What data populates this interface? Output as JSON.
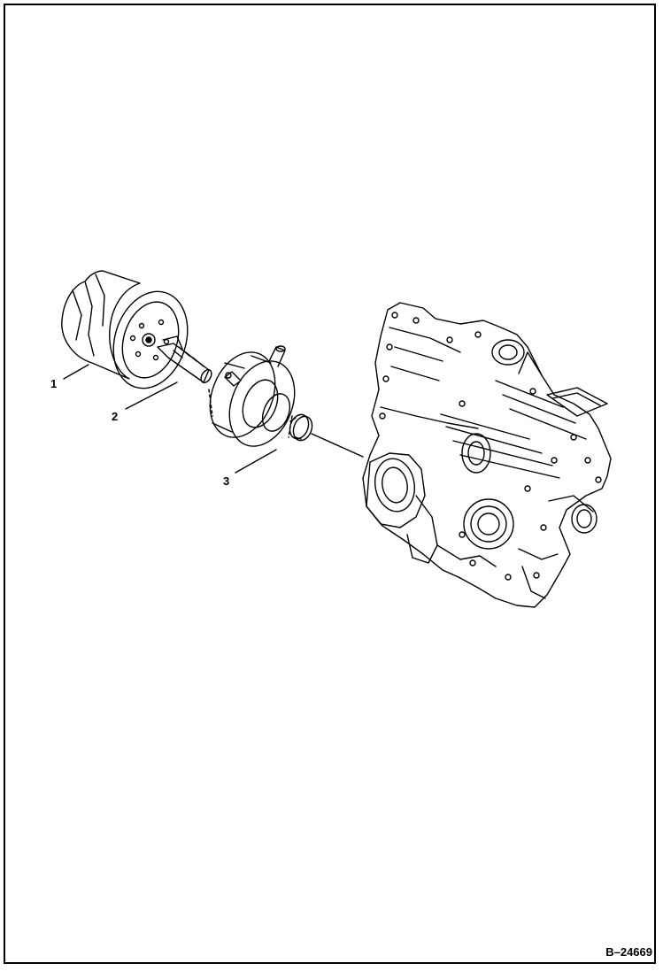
{
  "diagram": {
    "callouts": [
      {
        "id": "1",
        "label": "1"
      },
      {
        "id": "2",
        "label": "2"
      },
      {
        "id": "3",
        "label": "3"
      }
    ],
    "figure_number": "B–24669"
  }
}
